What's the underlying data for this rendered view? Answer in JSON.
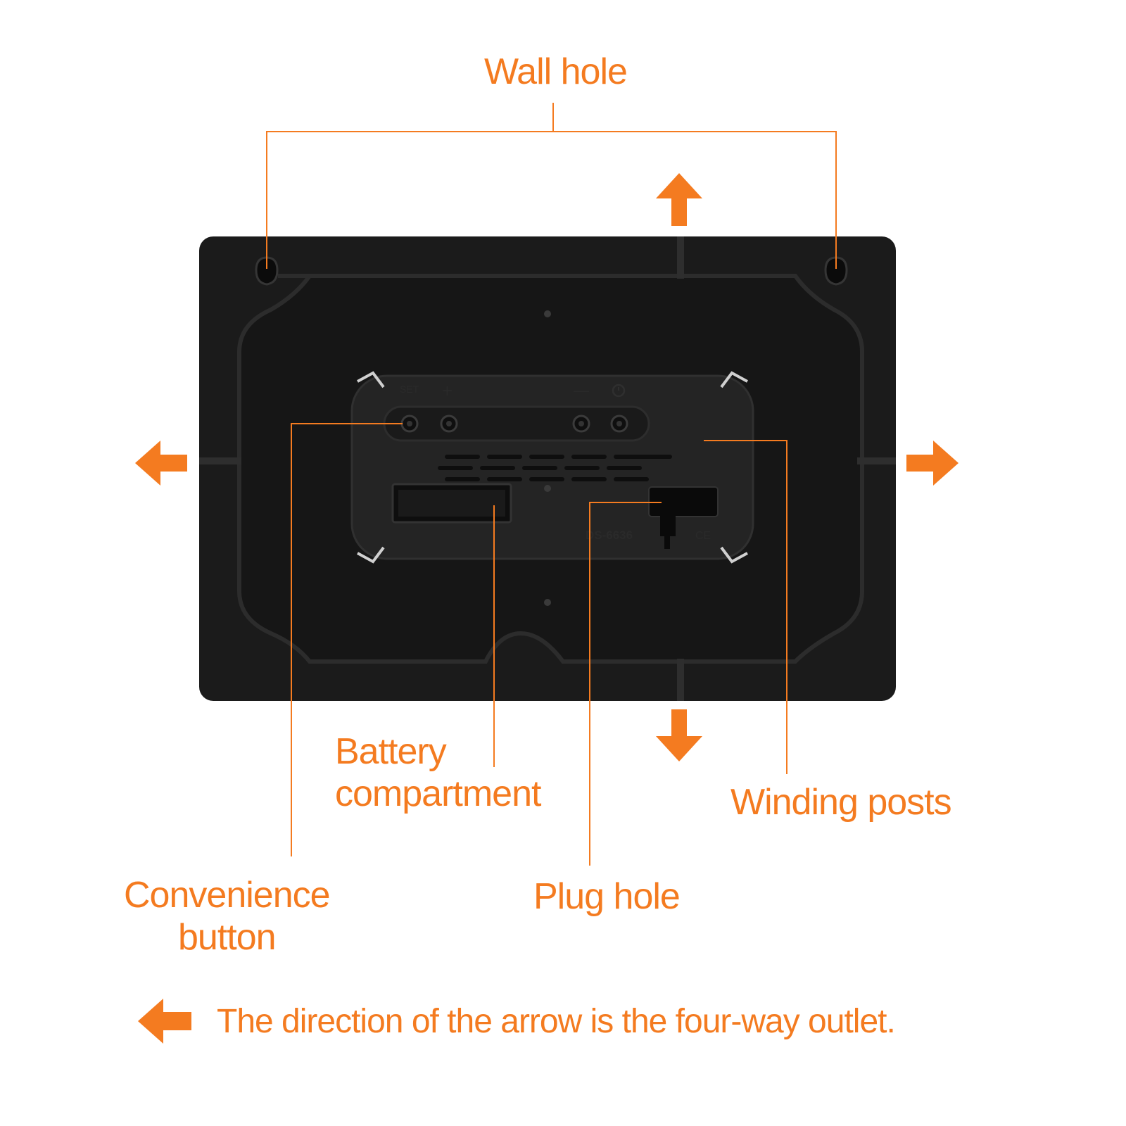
{
  "labels": {
    "wall_hole": "Wall hole",
    "battery_line1": "Battery",
    "battery_line2": "compartment",
    "winding_posts": "Winding posts",
    "convenience_line1": "Convenience",
    "convenience_line2": "button",
    "plug_hole": "Plug hole",
    "footer": "The direction of the arrow is the four-way outlet."
  },
  "device": {
    "button_set": "SET",
    "button_plus": "+",
    "button_minus": "—",
    "model": "DS-6636",
    "cert_mark": "CE"
  },
  "icons": {
    "alarm": "alarm-clock-icon",
    "outlet_arrow": "arrow-icon"
  },
  "colors": {
    "accent": "#f47b20",
    "device": "#1c1c1c"
  }
}
